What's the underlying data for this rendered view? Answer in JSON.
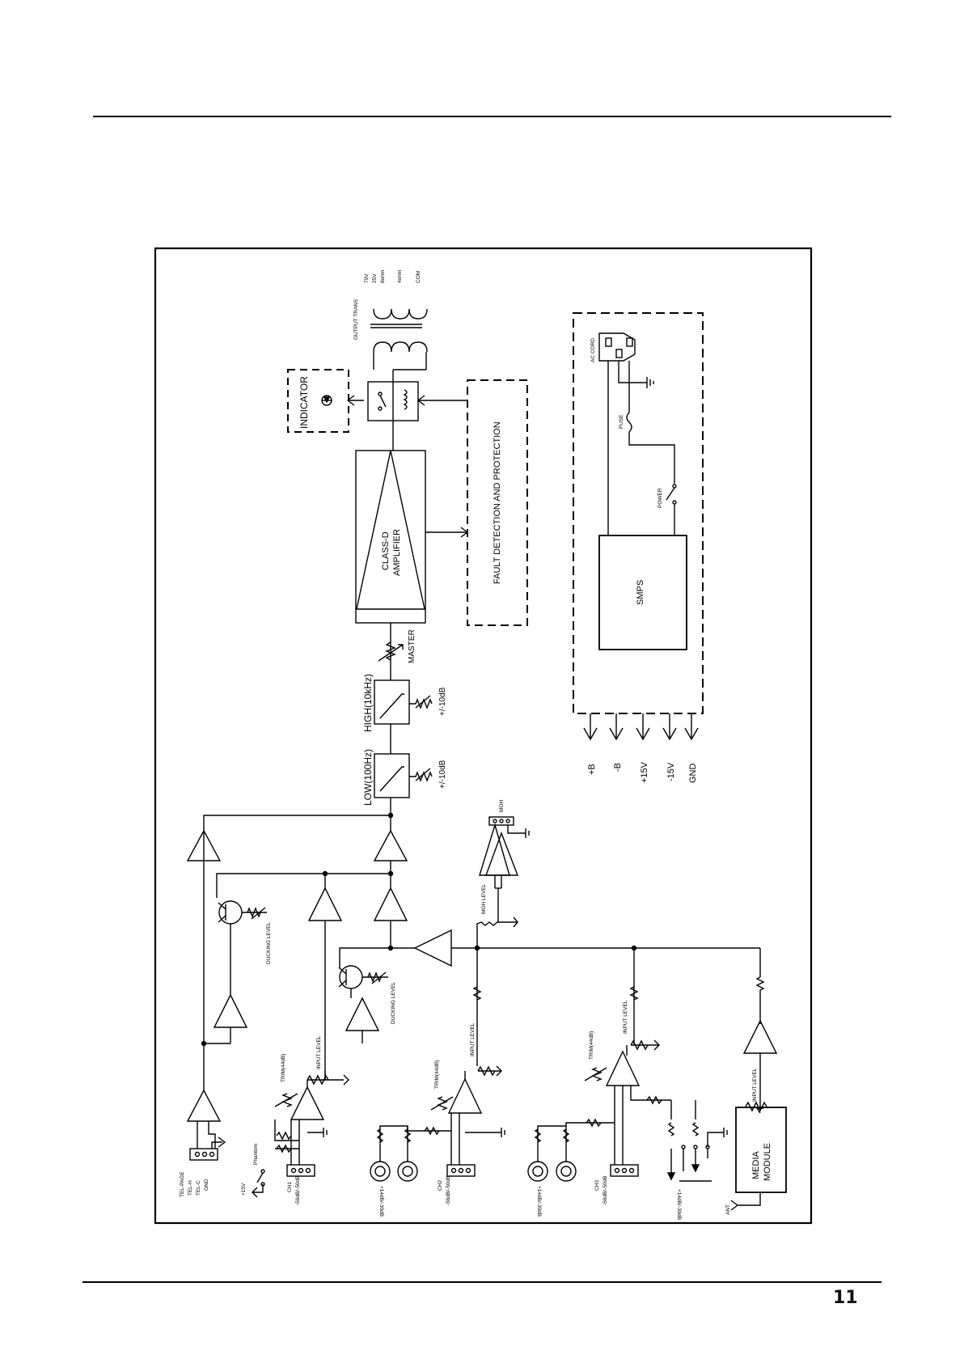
{
  "page_number": "11",
  "diagram": {
    "labels": {
      "indicator": "INDICATOR",
      "output_trans": "OUTPUT TRANS",
      "tap_70v": "70V",
      "tap_25v": "25V",
      "tap_8ohm": "8ohm",
      "tap_4ohm": "4ohm",
      "tap_com": "COM",
      "class_d_line1": "CLASS-D",
      "class_d_line2": "AMPLIFIER",
      "fault": "FAULT DETECTION AND PROTECTION",
      "master": "MASTER",
      "high": "HIGH(10kHz)",
      "low": "LOW(100Hz)",
      "high_gain": "+/-10dB",
      "low_gain": "+/-10dB",
      "ac_cord": "AC CORD",
      "fuse": "FUSE",
      "power": "POWER",
      "smps": "SMPS",
      "rail_pb": "+B",
      "rail_mb": "-B",
      "rail_p15": "+15V",
      "rail_m15": "-15V",
      "rail_gnd": "GND",
      "moh": "MOH",
      "moh_level": "MOH LEVEL",
      "ducking_level_1": "DUCKING LEVEL",
      "ducking_level_2": "DUCKING LEVEL",
      "input_level_1": "INPUT LEVEL",
      "input_level_2": "INPUT LEVEL",
      "input_level_3": "INPUT LEVEL",
      "input_level_4": "INPUT LEVEL",
      "trim_1": "TRIM(44dB)",
      "trim_2": "TRIM(44dB)",
      "trim_3": "TRIM(44dB)",
      "tel_page": "TEL-PAGE",
      "tel_h": "TEL-H",
      "tel_c": "TEL-C",
      "tel_gnd": "GND",
      "phantom": "Phantom",
      "p15v": "+15V",
      "ch1": "CH1",
      "ch1_range": "-56dB/-50dB",
      "ch2": "CH2",
      "ch2_range": "-56dB/-50dB",
      "ch3": "CH3",
      "ch3_range": "-56dB/-50dB",
      "rca_1": "+14dB/-30dB",
      "rca_2": "+14dB/-30dB",
      "aux_range": "+14dB/-30dB",
      "media_line1": "MEDIA",
      "media_line2": "MODULE",
      "ant": "ANT."
    }
  }
}
